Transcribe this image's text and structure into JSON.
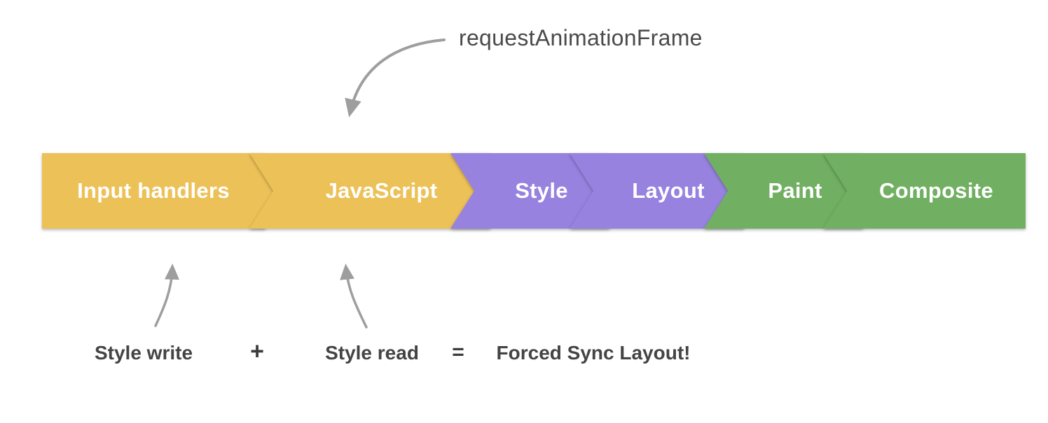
{
  "annotations": {
    "raf": "requestAnimationFrame",
    "style_write": "Style write",
    "plus": "+",
    "style_read": "Style read",
    "equals": "=",
    "result": "Forced Sync Layout!"
  },
  "pipeline": {
    "segments": [
      {
        "label": "Input handlers",
        "color": "#ECC158"
      },
      {
        "label": "JavaScript",
        "color": "#ECC158"
      },
      {
        "label": "Style",
        "color": "#9782DF"
      },
      {
        "label": "Layout",
        "color": "#9782DF"
      },
      {
        "label": "Paint",
        "color": "#71AF62"
      },
      {
        "label": "Composite",
        "color": "#71AF62"
      }
    ],
    "label_color": "#FFFFFF"
  },
  "colors": {
    "background": "#FFFFFF",
    "arrow": "#9E9E9E",
    "text": "#4A4A4A"
  }
}
